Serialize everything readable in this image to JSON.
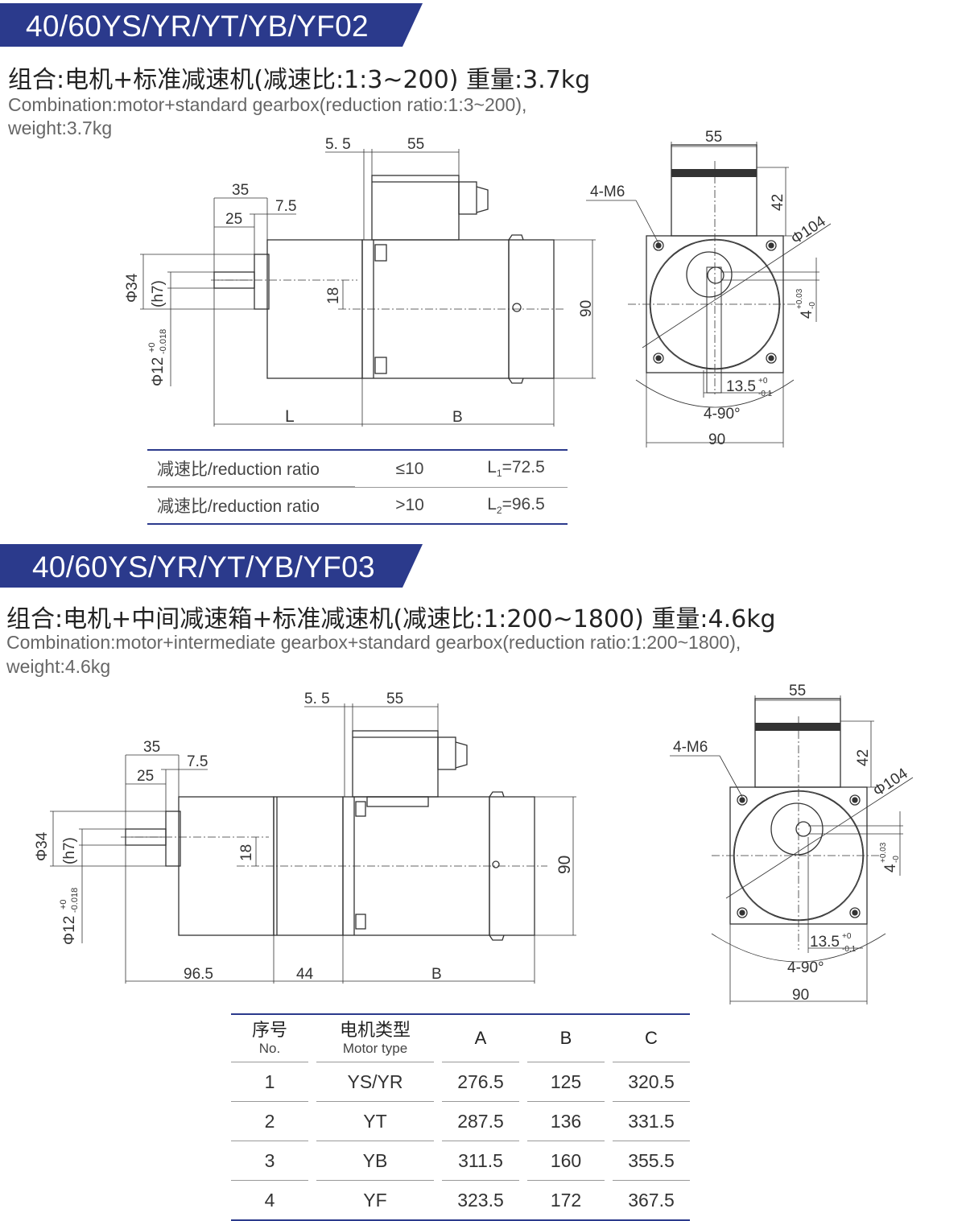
{
  "sections": [
    {
      "title": "40/60YS/YR/YT/YB/YF02",
      "zh": "组合:电机+标准减速机(减速比:1:3~200) 重量:3.7kg",
      "en_line1": "Combination:motor+standard gearbox(reduction ratio:1:3~200),",
      "en_line2": "weight:3.7kg",
      "side_dims": {
        "d1": "5. 5",
        "d2": "55",
        "d3": "35",
        "d4": "7.5",
        "d5": "25",
        "d6": "Φ34",
        "d7": "(h7)",
        "d8": "Φ12",
        "d8tol_up": "+0",
        "d8tol_dn": "-0.018",
        "d9": "18",
        "d10": "90",
        "d11": "L",
        "d12": "B"
      },
      "front_dims": {
        "w": "55",
        "h": "42",
        "bolt": "4-M6",
        "pcd": "Φ104",
        "key": "4",
        "key_up": "+0.03",
        "key_dn": "-0",
        "off": "13.5",
        "off_up": "+0",
        "off_dn": "-0.1",
        "ang": "4-90°",
        "sq": "90"
      },
      "ratio_table": [
        {
          "label": "减速比/reduction ratio",
          "cond": "≤10",
          "val_pre": "L",
          "val_sub": "1",
          "val_post": "=72.5"
        },
        {
          "label": "减速比/reduction ratio",
          "cond": ">10",
          "val_pre": "L",
          "val_sub": "2",
          "val_post": "=96.5"
        }
      ]
    },
    {
      "title": "40/60YS/YR/YT/YB/YF03",
      "zh": "组合:电机+中间减速箱+标准减速机(减速比:1:200~1800) 重量:4.6kg",
      "en_line1": "Combination:motor+intermediate gearbox+standard gearbox(reduction ratio:1:200~1800),",
      "en_line2": "weight:4.6kg",
      "side_dims": {
        "d1": "5. 5",
        "d2": "55",
        "d3": "35",
        "d4": "7.5",
        "d5": "25",
        "d6": "Φ34",
        "d7": "(h7)",
        "d8": "Φ12",
        "d8tol_up": "+0",
        "d8tol_dn": "-0.018",
        "d9": "18",
        "d10": "90",
        "d11": "96.5",
        "d12": "44",
        "d13": "B"
      },
      "front_dims": {
        "w": "55",
        "h": "42",
        "bolt": "4-M6",
        "pcd": "Φ104",
        "key": "4",
        "key_up": "+0.03",
        "key_dn": "-0",
        "off": "13.5",
        "off_up": "+0",
        "off_dn": "-0.1",
        "ang": "4-90°",
        "sq": "90"
      },
      "motor_table": {
        "headers": [
          {
            "zh": "序号",
            "en": "No."
          },
          {
            "zh": "电机类型",
            "en": "Motor type"
          },
          {
            "zh": "",
            "en": "A"
          },
          {
            "zh": "",
            "en": "B"
          },
          {
            "zh": "",
            "en": "C"
          }
        ],
        "rows": [
          [
            "1",
            "YS/YR",
            "276.5",
            "125",
            "320.5"
          ],
          [
            "2",
            "YT",
            "287.5",
            "136",
            "331.5"
          ],
          [
            "3",
            "YB",
            "311.5",
            "160",
            "355.5"
          ],
          [
            "4",
            "YF",
            "323.5",
            "172",
            "367.5"
          ]
        ]
      }
    }
  ],
  "colors": {
    "banner": "#2b3a8c",
    "rule": "#2b3a8c",
    "line": "#333333"
  }
}
